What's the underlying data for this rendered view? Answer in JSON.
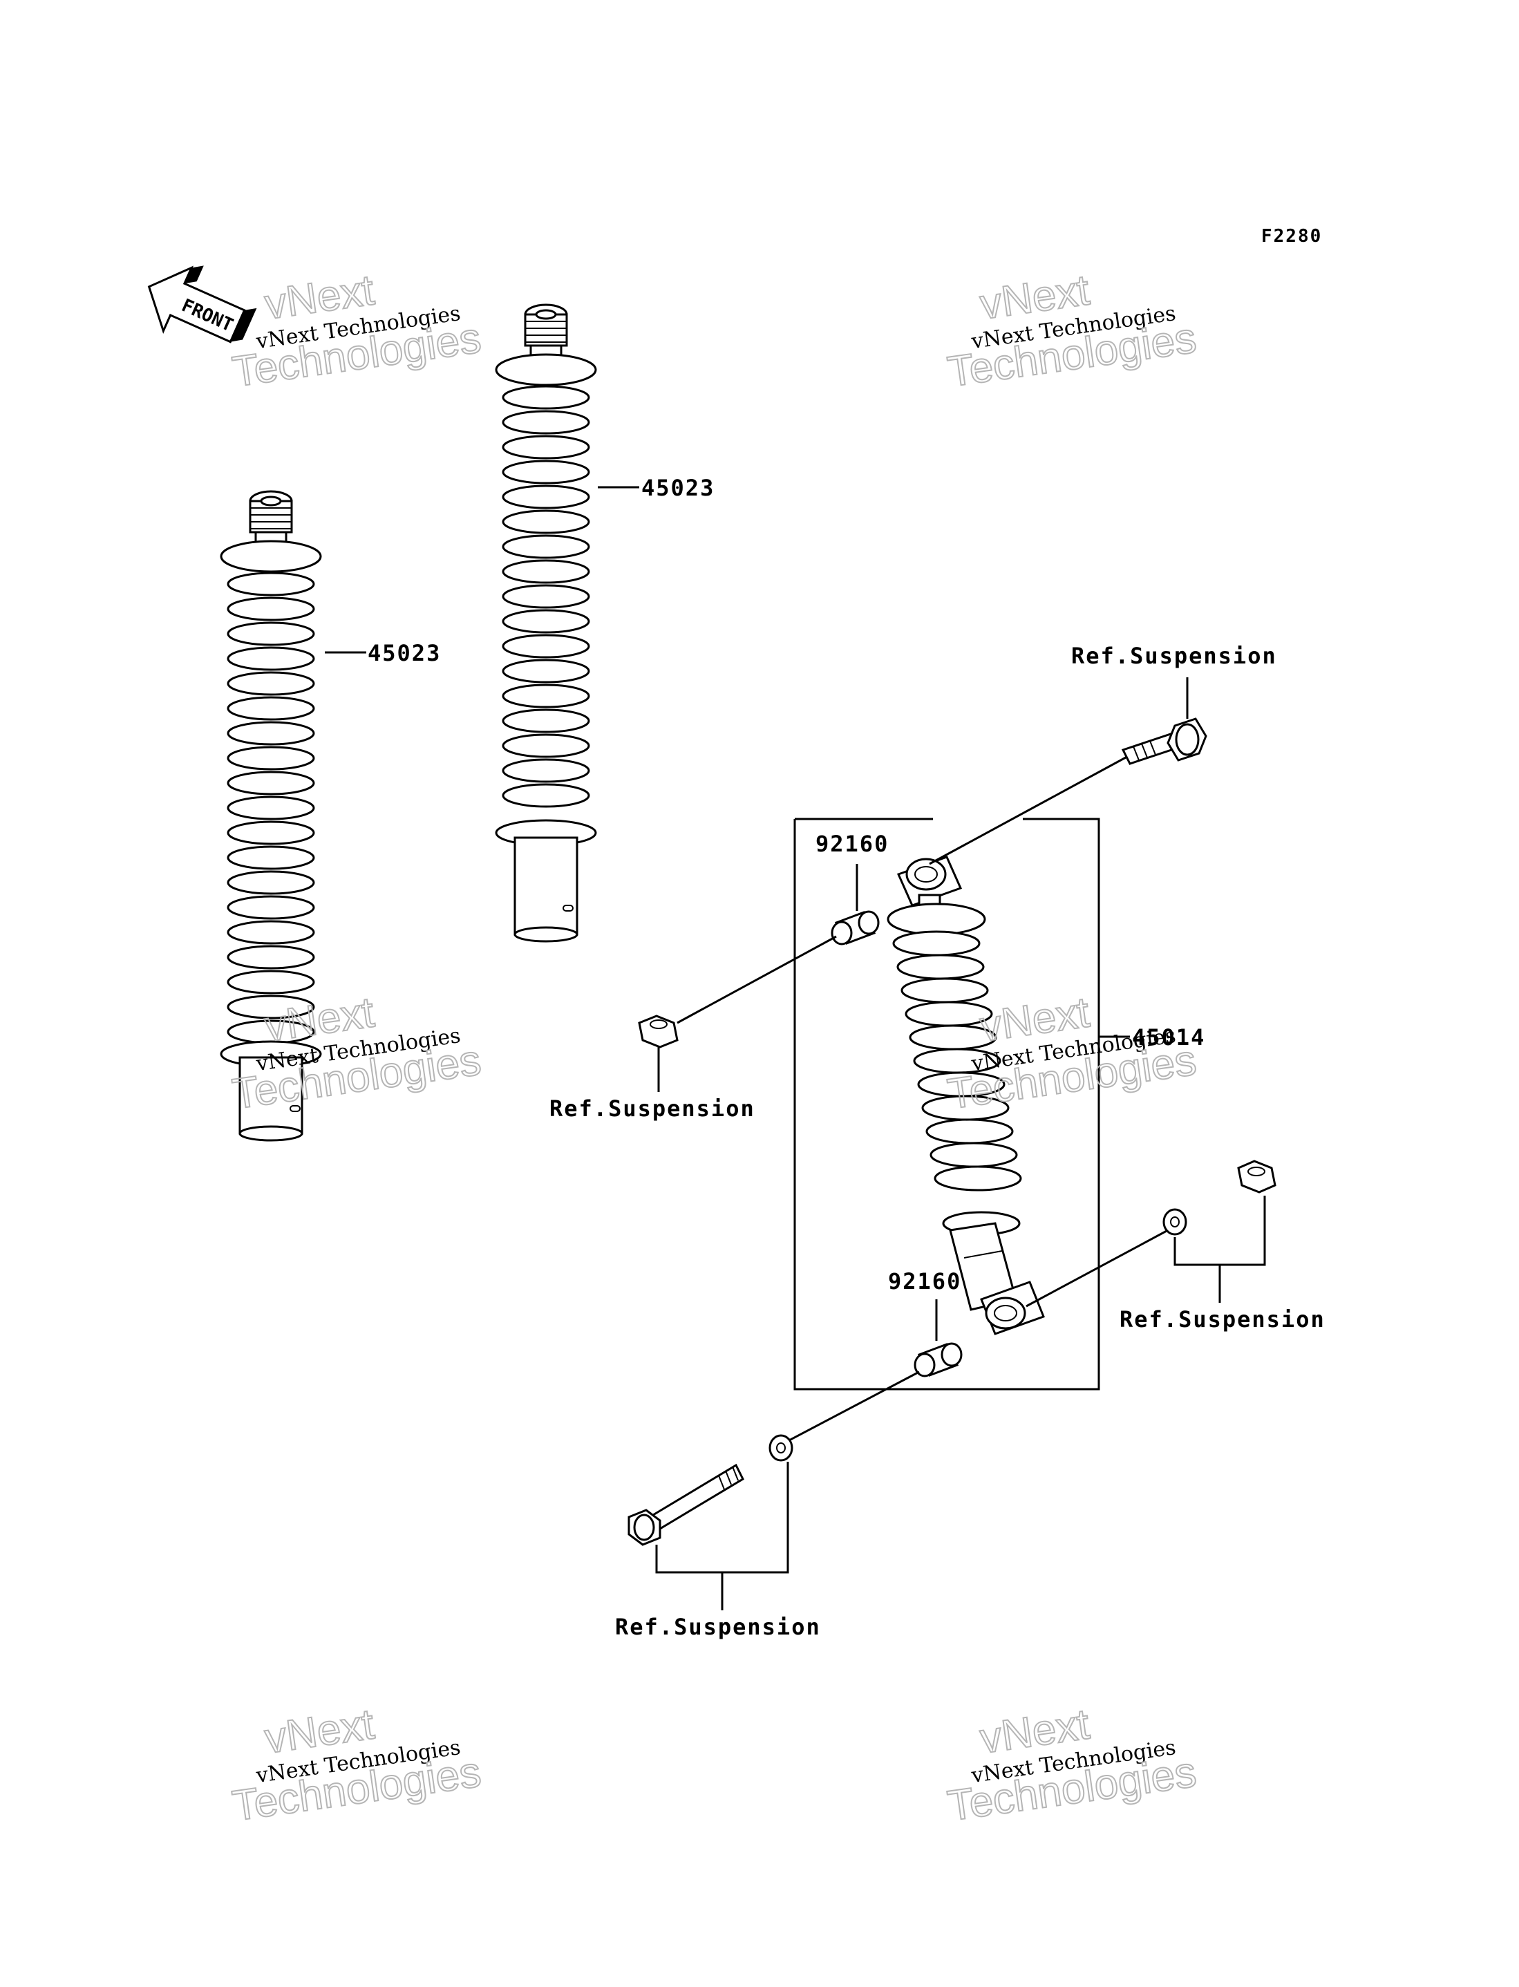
{
  "diagram_code": "F2280",
  "front_label": "FRONT",
  "watermark": {
    "line1": "vNext",
    "line2": "vNext Technologies",
    "line3": "Technologies"
  },
  "callouts": {
    "spring_left": "45023",
    "spring_middle": "45023",
    "shock_assembly": "45014",
    "bushing_upper": "92160",
    "bushing_lower": "92160",
    "ref_upper_bolt": "Ref.Suspension",
    "ref_left_nut": "Ref.Suspension",
    "ref_right_nut": "Ref.Suspension",
    "ref_lower_bolt": "Ref.Suspension"
  }
}
